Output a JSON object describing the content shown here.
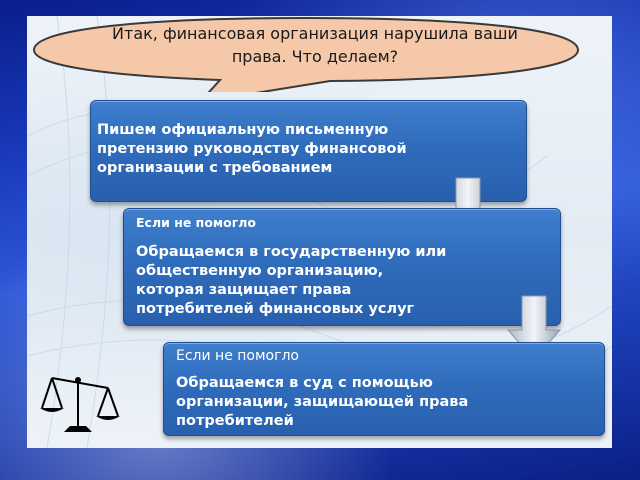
{
  "bubble": {
    "line1": "Итак, финансовая организация нарушила ваши",
    "line2": "права. Что делаем?"
  },
  "steps": [
    {
      "caption": "",
      "lines": [
        "Пишем официальную письменную",
        "претензию руководству финансовой",
        "организации с требованием"
      ]
    },
    {
      "caption": "Если не помогло",
      "lines": [
        "Обращаемся в государственную или",
        "общественную организацию,",
        "которая защищает права",
        "потребителей финансовых услуг"
      ]
    },
    {
      "caption": "Если не помогло",
      "lines": [
        "Обращаемся в суд с помощью",
        "организации, защищающей права",
        "потребителей"
      ]
    }
  ],
  "colors": {
    "frame_blue": "#1a3cb2",
    "box_blue": "#2f6cbc",
    "arrow_gray": "#c9d2dc"
  },
  "icons": [
    "down-arrow-icon",
    "down-arrow-icon",
    "scales-of-justice-icon"
  ]
}
